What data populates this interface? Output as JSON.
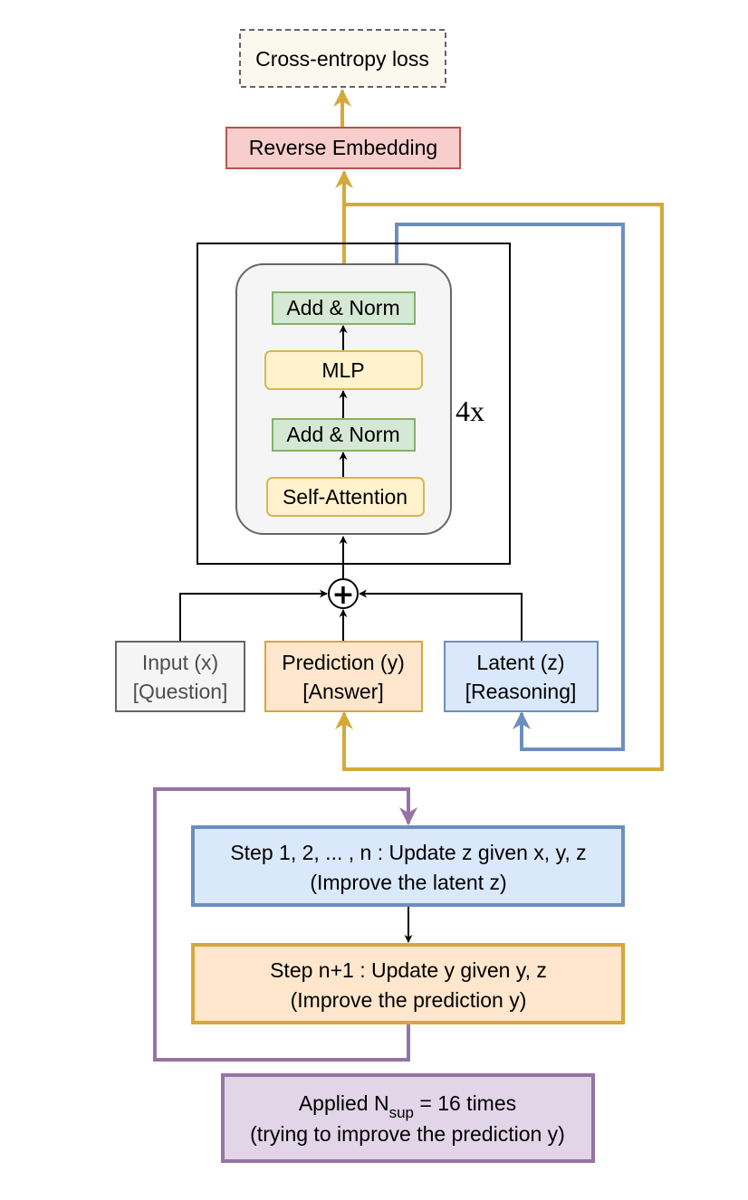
{
  "loss": {
    "label": "Cross-entropy loss"
  },
  "reverse_embedding": {
    "label": "Reverse Embedding"
  },
  "block": {
    "add_norm_top": "Add & Norm",
    "mlp": "MLP",
    "add_norm_bottom": "Add & Norm",
    "self_attention": "Self-Attention",
    "repeat": "4x"
  },
  "sum_symbol": "+",
  "inputs": {
    "x": {
      "line1": "Input (x)",
      "line2": "[Question]"
    },
    "y": {
      "line1": "Prediction (y)",
      "line2": "[Answer]"
    },
    "z": {
      "line1": "Latent (z)",
      "line2": "[Reasoning]"
    }
  },
  "steps": {
    "step_latent": {
      "line1": "Step 1, 2, ... , n : Update z given x, y, z",
      "line2": "(Improve the latent z)"
    },
    "step_prediction": {
      "line1": "Step n+1 : Update y given y, z",
      "line2": "(Improve the prediction y)"
    }
  },
  "applied": {
    "prefix": "Applied N",
    "subscript": "sup",
    "suffix": " = 16 times",
    "line2": "(trying to improve the prediction y)"
  },
  "colors": {
    "gold": "#d6a83a",
    "blue_line": "#6c8ebf",
    "purple": "#9673a6",
    "red_border": "#b85450",
    "red_fill": "#f8cecc",
    "green_border": "#82b366",
    "green_fill": "#d5e8d4",
    "yellow_fill": "#fff2cc",
    "orange_fill": "#ffe6cc",
    "blue_fill": "#dae8fc",
    "purple_fill": "#e1d5e7",
    "gray_fill": "#f5f5f5",
    "loss_fill": "#fbf8ee"
  }
}
